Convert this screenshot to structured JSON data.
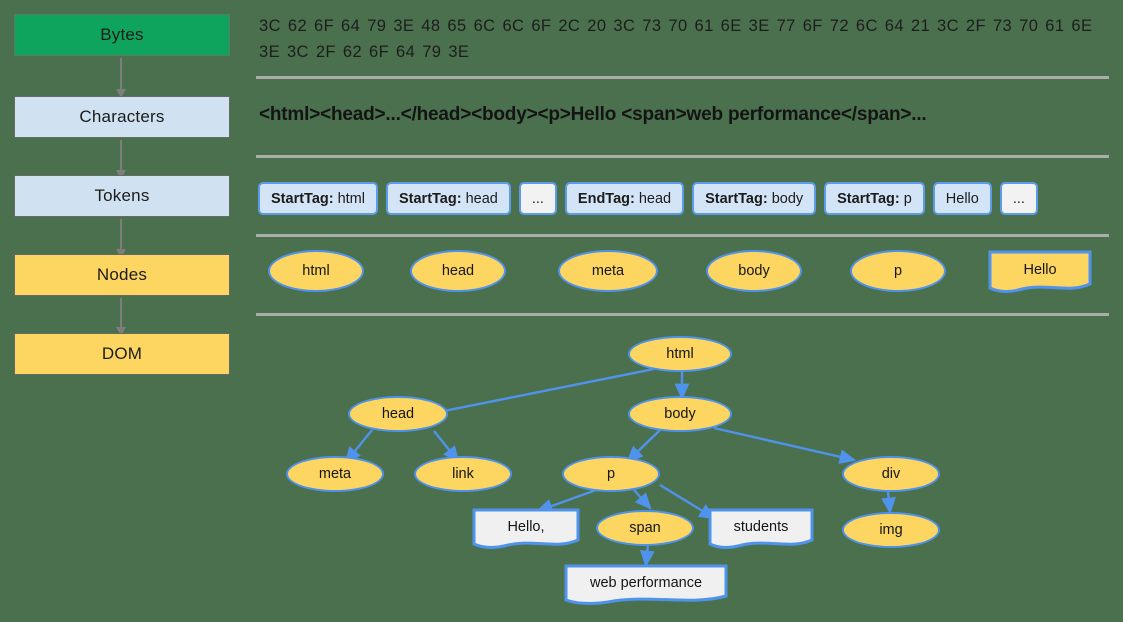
{
  "diagram": {
    "title": "HTML parsing pipeline: Bytes to DOM",
    "colors": {
      "background": "#4a704e",
      "green": "#0fa45d",
      "light_blue": "#d0e2f2",
      "yellow": "#fdd662",
      "node_border_blue": "#4f93ec",
      "arrow_blue": "#4f93ec",
      "separator_gray": "#a9aea9",
      "pipeline_arrow_gray": "#7d7f7d"
    }
  },
  "pipeline": {
    "steps": [
      {
        "label": "Bytes",
        "fill": "green"
      },
      {
        "label": "Characters",
        "fill": "light_blue"
      },
      {
        "label": "Tokens",
        "fill": "light_blue"
      },
      {
        "label": "Nodes",
        "fill": "yellow"
      },
      {
        "label": "DOM",
        "fill": "yellow"
      }
    ]
  },
  "bytes": {
    "hex": "3C 62 6F 64 79 3E 48 65 6C 6C 6F 2C 20 3C 73 70 61 6E 3E 77 6F 72 6C 64 21 3C 2F 73 70 61 6E 3E 3C 2F 62 6F 64 79 3E"
  },
  "characters": {
    "markup": "<html><head>...</head><body><p>Hello <span>web performance</span>..."
  },
  "tokens": {
    "items": [
      {
        "kind": "StartTag:",
        "value": "html",
        "style": "blue"
      },
      {
        "kind": "StartTag:",
        "value": "head",
        "style": "blue"
      },
      {
        "kind": "",
        "value": "...",
        "style": "plain"
      },
      {
        "kind": "EndTag:",
        "value": "head",
        "style": "blue"
      },
      {
        "kind": "StartTag:",
        "value": "body",
        "style": "blue"
      },
      {
        "kind": "StartTag:",
        "value": "p",
        "style": "blue"
      },
      {
        "kind": "",
        "value": "Hello",
        "style": "blue"
      },
      {
        "kind": "",
        "value": "...",
        "style": "plain"
      }
    ]
  },
  "nodes": {
    "items": [
      {
        "label": "html",
        "shape": "ellipse"
      },
      {
        "label": "head",
        "shape": "ellipse"
      },
      {
        "label": "meta",
        "shape": "ellipse"
      },
      {
        "label": "body",
        "shape": "ellipse"
      },
      {
        "label": "p",
        "shape": "ellipse"
      },
      {
        "label": "Hello",
        "shape": "document"
      }
    ]
  },
  "dom_tree": {
    "nodes": [
      {
        "id": "html",
        "label": "html",
        "shape": "ellipse"
      },
      {
        "id": "head",
        "label": "head",
        "shape": "ellipse"
      },
      {
        "id": "body",
        "label": "body",
        "shape": "ellipse"
      },
      {
        "id": "meta",
        "label": "meta",
        "shape": "ellipse"
      },
      {
        "id": "link",
        "label": "link",
        "shape": "ellipse"
      },
      {
        "id": "p",
        "label": "p",
        "shape": "ellipse"
      },
      {
        "id": "div",
        "label": "div",
        "shape": "ellipse"
      },
      {
        "id": "hello",
        "label": "Hello,",
        "shape": "document"
      },
      {
        "id": "span",
        "label": "span",
        "shape": "ellipse"
      },
      {
        "id": "stud",
        "label": "students",
        "shape": "document"
      },
      {
        "id": "img",
        "label": "img",
        "shape": "ellipse"
      },
      {
        "id": "webp",
        "label": "web performance",
        "shape": "document"
      }
    ],
    "edges": [
      {
        "from": "html",
        "to": "head"
      },
      {
        "from": "html",
        "to": "body"
      },
      {
        "from": "head",
        "to": "meta"
      },
      {
        "from": "head",
        "to": "link"
      },
      {
        "from": "body",
        "to": "p"
      },
      {
        "from": "body",
        "to": "div"
      },
      {
        "from": "p",
        "to": "hello"
      },
      {
        "from": "p",
        "to": "span"
      },
      {
        "from": "p",
        "to": "stud"
      },
      {
        "from": "div",
        "to": "img"
      },
      {
        "from": "span",
        "to": "webp"
      }
    ]
  }
}
